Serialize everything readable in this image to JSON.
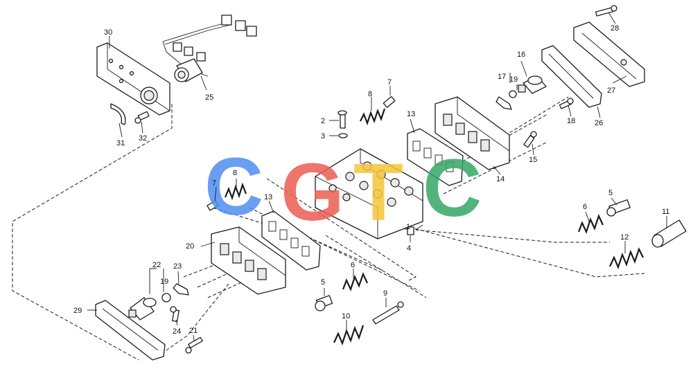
{
  "diagram": {
    "watermark": {
      "letters": [
        "C",
        "G",
        "T",
        "C"
      ],
      "colors": [
        "#4f8ef0",
        "#ec5e52",
        "#f5c63a",
        "#34a866"
      ]
    },
    "part_numbers": [
      "1",
      "2",
      "3",
      "4",
      "5",
      "5",
      "6",
      "6",
      "7",
      "7",
      "8",
      "8",
      "9",
      "10",
      "11",
      "12",
      "13",
      "13",
      "14",
      "15",
      "16",
      "17",
      "18",
      "19",
      "19",
      "20",
      "21",
      "22",
      "23",
      "24",
      "25",
      "26",
      "27",
      "28",
      "29",
      "30",
      "31",
      "32"
    ]
  }
}
